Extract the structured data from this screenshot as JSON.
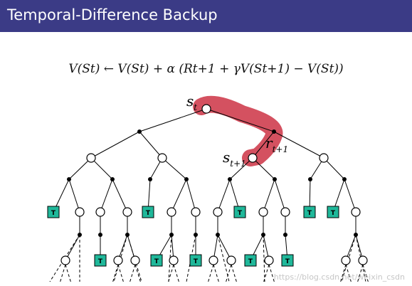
{
  "slide": {
    "title": "Temporal-Difference Backup",
    "formula": "V(St) ← V(St) + α (Rt+1 + γV(St+1) − V(St))"
  },
  "labels": {
    "s": "s",
    "st_sub": "t",
    "st1_sub": "t+1",
    "r": "r",
    "r_sub": "t+1",
    "terminal": "T"
  },
  "watermark": "https://blog.csdn.net/weixin_csdn",
  "colors": {
    "title_bar": "#3b3b86",
    "highlight": "#cc3344",
    "terminal_fill": "#1fb89a",
    "line": "#000000"
  }
}
